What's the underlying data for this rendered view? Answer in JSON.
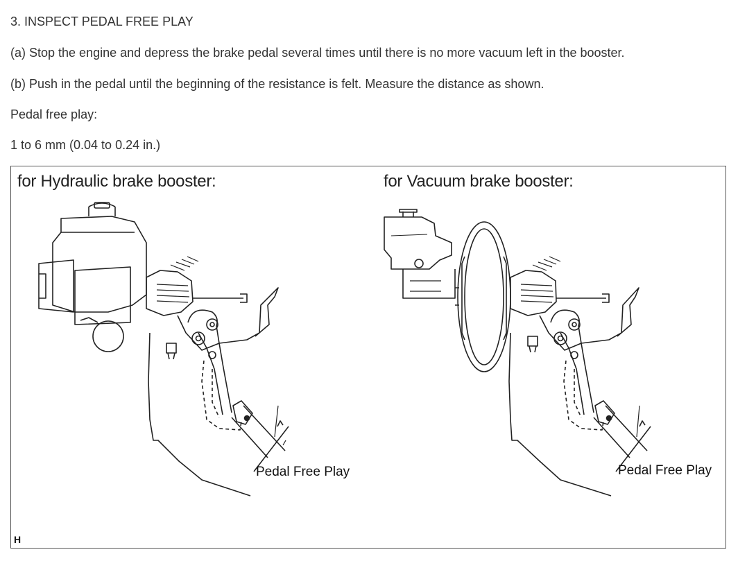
{
  "procedure": {
    "heading": "3. INSPECT PEDAL FREE PLAY",
    "step_a": "(a) Stop the engine and depress the brake pedal several times until there is no more vacuum left in the booster.",
    "step_b": "(b) Push in the pedal until the beginning of the resistance is felt. Measure the distance as shown.",
    "spec_label": "Pedal free play:",
    "spec_value": "1 to 6 mm (0.04 to 0.24 in.)"
  },
  "figure": {
    "left_caption": "for Hydraulic brake booster:",
    "right_caption": "for Vacuum brake booster:",
    "left_callout": "Pedal Free Play",
    "right_callout": "Pedal Free Play",
    "figure_code": "H"
  }
}
